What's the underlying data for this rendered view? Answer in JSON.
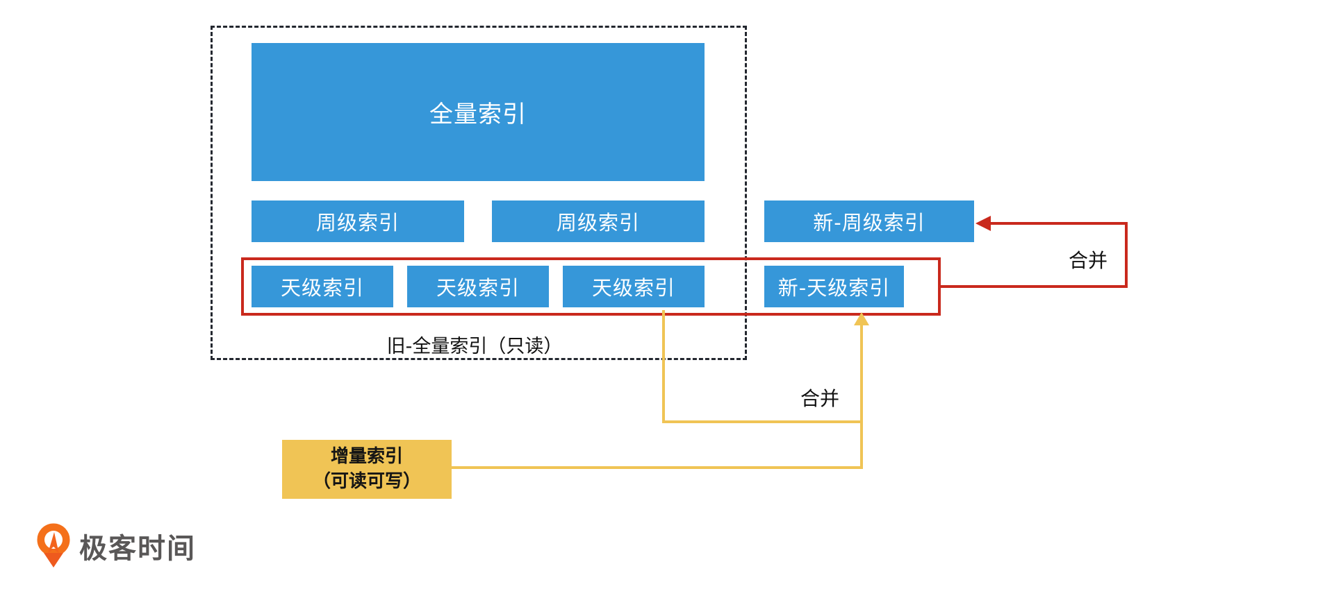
{
  "diagram": {
    "full_index_label": "全量索引",
    "week_indexes": [
      {
        "label": "周级索引"
      },
      {
        "label": "周级索引"
      }
    ],
    "day_indexes": [
      {
        "label": "天级索引"
      },
      {
        "label": "天级索引"
      },
      {
        "label": "天级索引"
      }
    ],
    "new_week_index_label": "新-周级索引",
    "new_day_index_label": "新-天级索引",
    "old_full_index_caption": "旧-全量索引（只读）",
    "incremental_index": {
      "line1": "增量索引",
      "line2": "（可读可写）"
    },
    "merge_label_red": "合并",
    "merge_label_yellow": "合并",
    "colors": {
      "index_box_blue": "#3697D9",
      "merge_arrow_red": "#C9291D",
      "merge_arrow_yellow": "#F0C455",
      "dashed_border": "#23272F"
    }
  },
  "footer": {
    "brand_name": "极客时间"
  }
}
